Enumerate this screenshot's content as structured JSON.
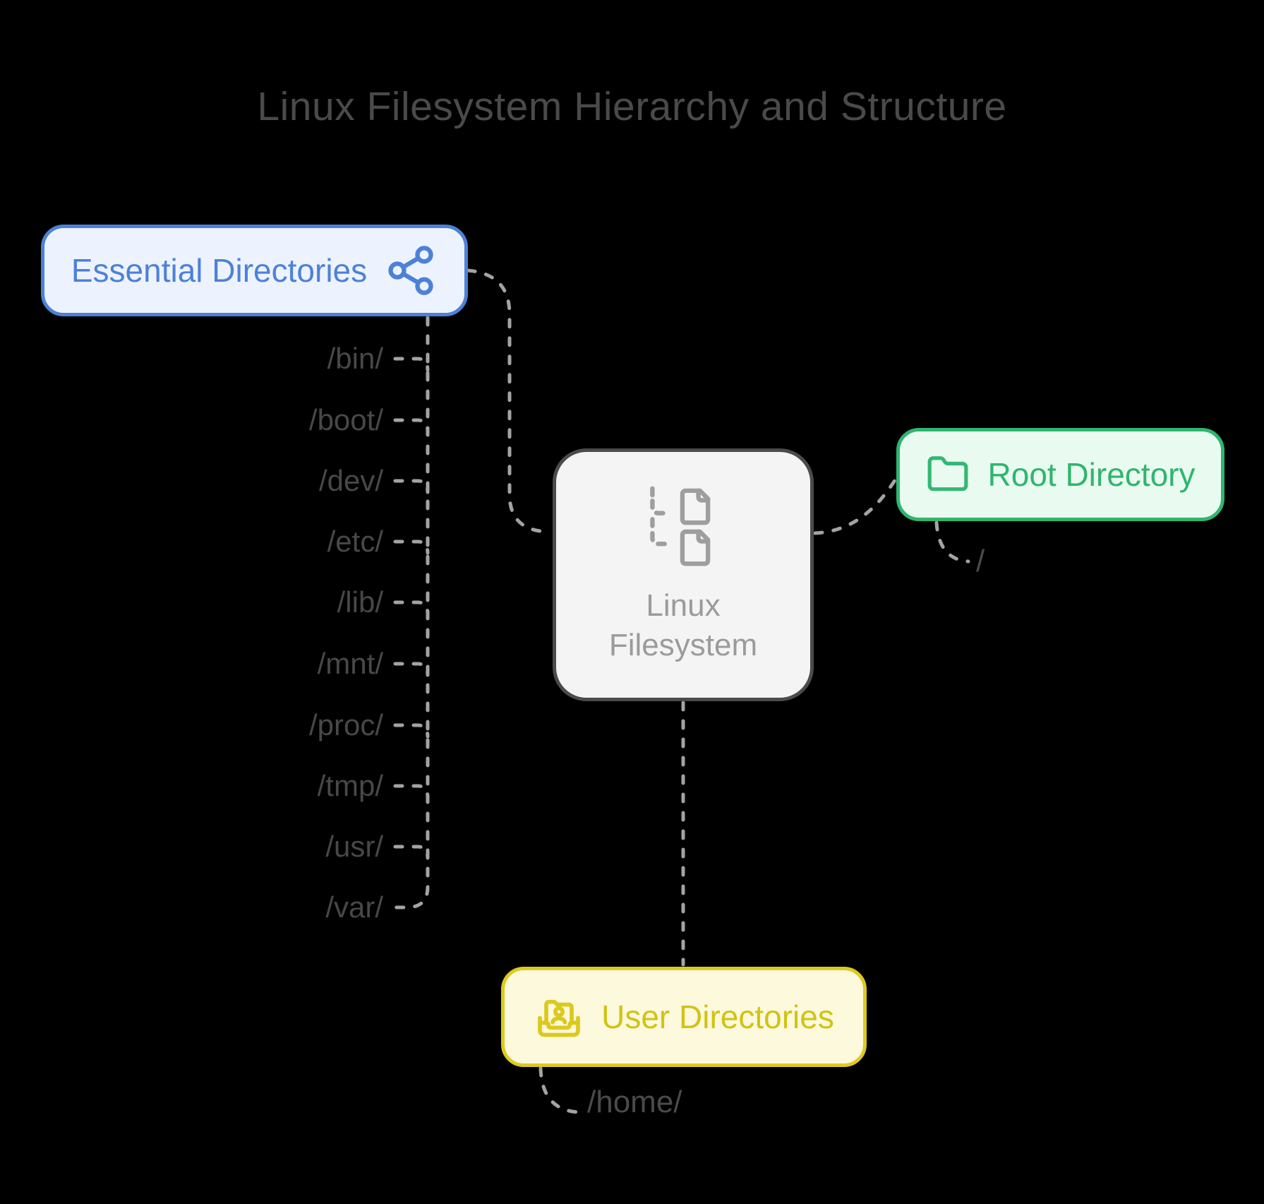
{
  "title": "Linux Filesystem Hierarchy and Structure",
  "nodes": {
    "center": {
      "label": "Linux Filesystem",
      "icon": "file-tree-icon"
    },
    "essential": {
      "label": "Essential Directories",
      "icon": "share-network-icon",
      "accent": "#4d81d8",
      "fill": "#edf3fe"
    },
    "root": {
      "label": "Root Directory",
      "icon": "folder-icon",
      "accent": "#2fb56f",
      "fill": "#e9fbf1",
      "path_label": "/"
    },
    "user": {
      "label": "User Directories",
      "icon": "user-folder-icon",
      "accent": "#d2c216",
      "border": "#ddca1f",
      "fill": "#fcf9dc",
      "path_label": "/home/"
    }
  },
  "essential_list": {
    "items": [
      "/bin/",
      "/boot/",
      "/dev/",
      "/etc/",
      "/lib/",
      "/mnt/",
      "/proc/",
      "/tmp/",
      "/usr/",
      "/var/"
    ]
  },
  "colors": {
    "background": "#000000",
    "title_text": "#4a4a4a",
    "directory_text": "#484848",
    "connector": "#a3a3a3",
    "center_border": "#4b4b4b",
    "center_fill": "#f4f4f4",
    "center_text": "#9b9b9b"
  }
}
